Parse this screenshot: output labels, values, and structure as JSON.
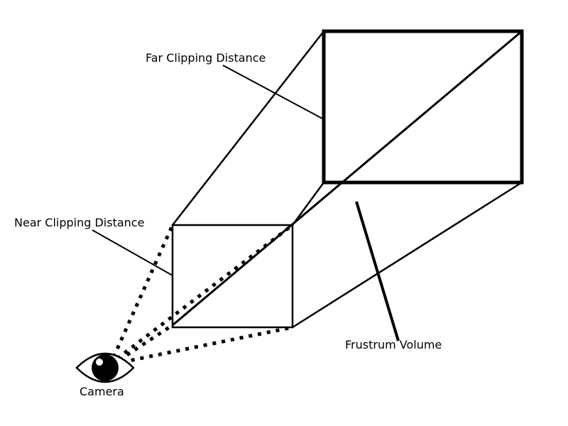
{
  "labels": {
    "far_clipping": "Far Clipping Distance",
    "near_clipping": "Near Clipping Distance",
    "frustum_volume": "Frustrum Volume",
    "camera": "Camera"
  },
  "colors": {
    "stroke": "#000000",
    "background": "#ffffff"
  },
  "icons": {
    "camera": "eye-icon"
  }
}
